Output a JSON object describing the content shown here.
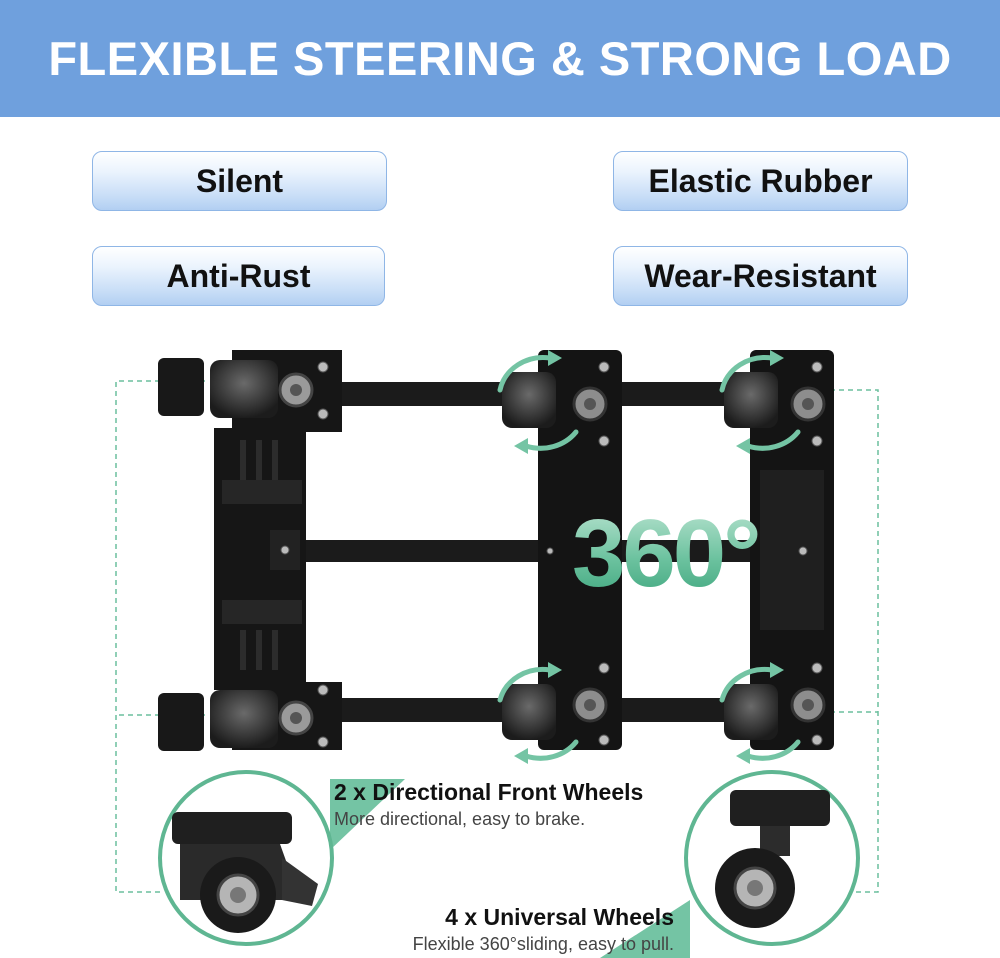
{
  "headline": "FLEXIBLE STEERING & STRONG LOAD",
  "features": {
    "silent": "Silent",
    "elastic_rubber": "Elastic Rubber",
    "anti_rust": "Anti-Rust",
    "wear_resistant": "Wear-Resistant"
  },
  "rotation_label": "360°",
  "front_wheels": {
    "title": "2 x Directional Front Wheels",
    "description": "More directional, easy to brake."
  },
  "universal_wheels": {
    "title": "4 x Universal Wheels",
    "description": "Flexible 360°sliding, easy to pull."
  },
  "colors": {
    "banner": "#6fa0dd",
    "accent_green": "#74c4a4",
    "frame": "#1a1a1a"
  }
}
